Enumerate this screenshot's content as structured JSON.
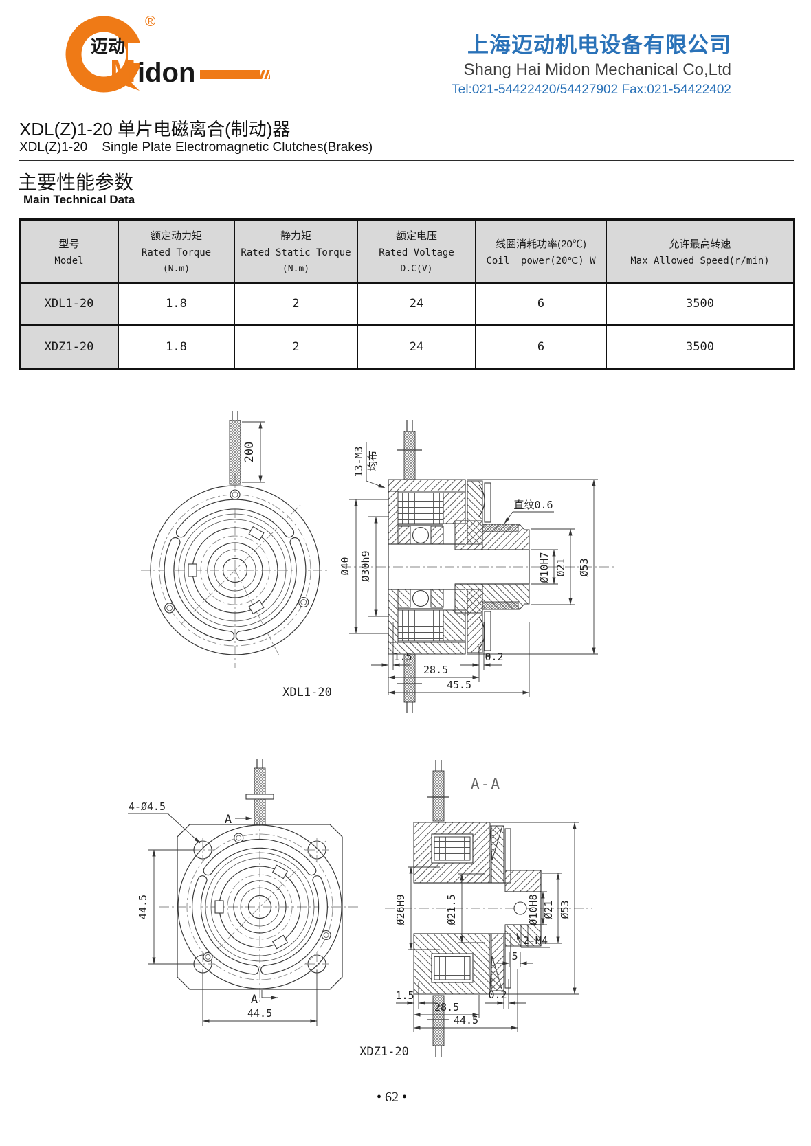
{
  "header": {
    "logo": {
      "brand_cn": "迈动",
      "brand_m": "M",
      "brand_rest": "idon",
      "reg": "®"
    },
    "company_cn": "上海迈动机电设备有限公司",
    "company_en": "Shang Hai Midon Mechanical Co,Ltd",
    "contact": "Tel:021-54422420/54427902 Fax:021-54422402"
  },
  "title": {
    "cn": "XDL(Z)1-20 单片电磁离合(制动)器",
    "en": "XDL(Z)1-20    Single Plate Electromagnetic Clutches(Brakes)"
  },
  "section": {
    "cn": "主要性能参数",
    "en": "Main Technical Data"
  },
  "table": {
    "columns": [
      {
        "cn": "型号",
        "en": "Model",
        "unit": ""
      },
      {
        "cn": "额定动力矩",
        "en": "Rated Torque",
        "unit": "(N.m)"
      },
      {
        "cn": "静力矩",
        "en": "Rated Static Torque",
        "unit": "(N.m)"
      },
      {
        "cn": "额定电压",
        "en": "Rated Voltage",
        "unit": "D.C(V)"
      },
      {
        "cn": "线圈消耗功率(20℃)",
        "en": "Coil  power(20℃) W",
        "unit": ""
      },
      {
        "cn": "允许最高转速",
        "en": "Max Allowed Speed(r/min)",
        "unit": ""
      }
    ],
    "rows": [
      {
        "model": "XDL1-20",
        "values": [
          "1.8",
          "2",
          "24",
          "6",
          "3500"
        ]
      },
      {
        "model": "XDZ1-20",
        "values": [
          "1.8",
          "2",
          "24",
          "6",
          "3500"
        ]
      }
    ]
  },
  "drawings": {
    "xdl": {
      "label": "XDL1-20",
      "cable_len": "200",
      "screws": "13-M3",
      "screws2": "均布",
      "knurl": "直纹0.6",
      "d40": "Ø40",
      "d30": "Ø30h9",
      "d10": "Ø10H7",
      "d21": "Ø21",
      "d53": "Ø53",
      "g15": "1.5",
      "g02": "0.2",
      "w285": "28.5",
      "w455": "45.5"
    },
    "xdz": {
      "label": "XDZ1-20",
      "sec": "A-A",
      "amark": "A",
      "holes": "4-Ø4.5",
      "h445": "44.5",
      "w445": "44.5",
      "d26": "Ø26H9",
      "d215": "Ø21.5",
      "d10": "Ø10H8",
      "d21": "Ø21",
      "d53": "Ø53",
      "m4": "2-M4",
      "d5": "5",
      "g15": "1.5",
      "g02": "0.2",
      "w285": "28.5",
      "w445b": "44.5"
    }
  },
  "footer": {
    "page": "• 62 •"
  },
  "colors": {
    "accent_orange": "#ef7a16",
    "brand_blue": "#2a72b8",
    "table_header_bg": "#d9d9d9"
  }
}
